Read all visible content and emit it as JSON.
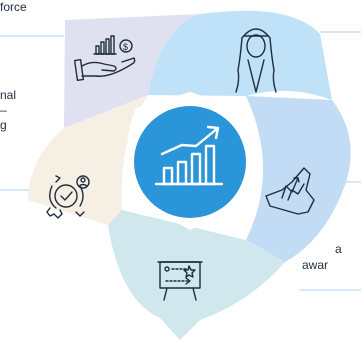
{
  "snippets": {
    "top_left": "force",
    "mid_left_1": "nal",
    "mid_left_2": "–",
    "mid_left_3": "g",
    "bottom_right_1": "a",
    "bottom_right_2": "awar"
  },
  "icons": [
    "money-hand-chart-icon",
    "emirati-man-icon",
    "uae-map-growth-icon",
    "strategy-board-icon",
    "gear-person-check-icon",
    "growth-chart-icon"
  ],
  "colors": {
    "petal_lavender": "#dfe1f1",
    "petal_sky": "#bfe2f8",
    "petal_blue": "#c3dcf5",
    "petal_mint": "#d0e7ee",
    "petal_cream": "#f5efe4",
    "center_circle": "#2a95d8",
    "divider_line": "#a9d3f0",
    "icon_stroke": "#1f2d3d"
  }
}
